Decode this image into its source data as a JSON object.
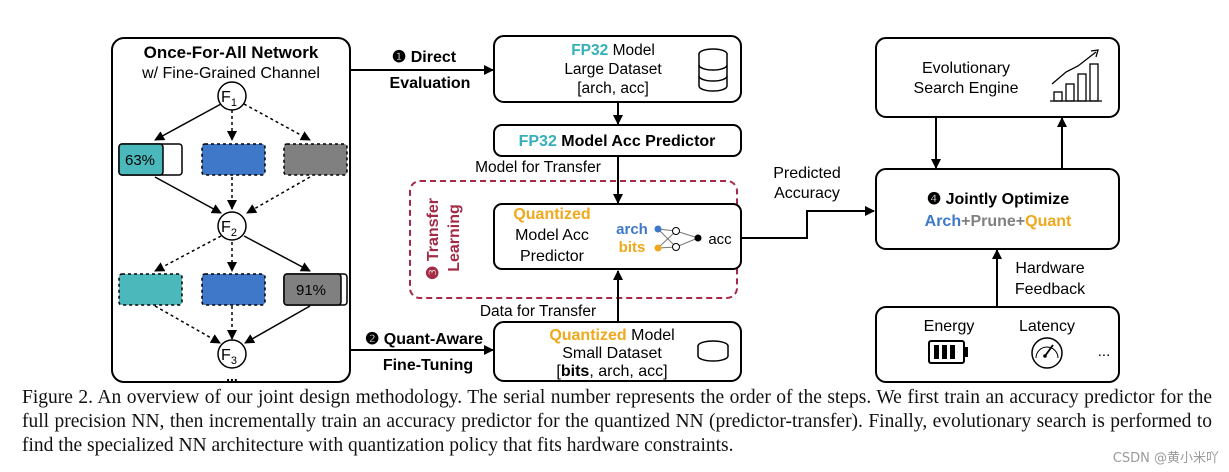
{
  "colors": {
    "teal": "#4bb8bc",
    "blue": "#3f78c9",
    "gray": "#808080",
    "orange": "#f0a81c",
    "crimson": "#a32b45",
    "fp32": "#35b0b8"
  },
  "ofa": {
    "title": "Once-For-All Network",
    "subtitle": "w/ Fine-Grained Channel",
    "f1": "F",
    "f1_sub": "1",
    "f2": "F",
    "f2_sub": "2",
    "f3": "F",
    "f3_sub": "3",
    "pct_top": "63%",
    "pct_bottom": "91%",
    "ellipsis": "..."
  },
  "step1": {
    "num": "❶",
    "line1": "Direct",
    "line2": "Evaluation"
  },
  "step2": {
    "num": "❷",
    "line1": "Quant-Aware",
    "line2": "Fine-Tuning"
  },
  "step3": {
    "num": "❸",
    "line1": "Transfer",
    "line2": "Learning"
  },
  "step4": {
    "num": "❹",
    "line1": "Jointly Optimize",
    "arch": "Arch",
    "plus1": "+",
    "prune": "Prune",
    "plus2": "+",
    "quant": "Quant"
  },
  "fp32_model": {
    "fp32": "FP32",
    "model": "Model",
    "dataset": "Large Dataset",
    "tuple": "[arch, acc]"
  },
  "fp32_pred": {
    "fp32": "FP32",
    "label": "Model Acc Predictor"
  },
  "quant_pred": {
    "quantized": "Quantized",
    "line2": "Model Acc",
    "line3": "Predictor",
    "arch": "arch",
    "bits": "bits",
    "acc": "acc"
  },
  "quant_model": {
    "quantized": "Quantized",
    "model": "Model",
    "dataset": "Small Dataset",
    "bracket_open": "[",
    "bits": "bits",
    "rest": ", arch, acc]"
  },
  "labels": {
    "model_for_transfer": "Model for Transfer",
    "data_for_transfer": "Data for Transfer",
    "predicted": "Predicted",
    "accuracy": "Accuracy",
    "hardware": "Hardware",
    "feedback": "Feedback"
  },
  "evo": {
    "line1": "Evolutionary",
    "line2": "Search Engine"
  },
  "hw": {
    "energy": "Energy",
    "latency": "Latency",
    "more": "..."
  },
  "caption": "Figure 2. An overview of our joint design methodology. The serial number represents the order of the steps. We first train an accuracy predictor for the full precision NN, then incrementally train an accuracy predictor for the quantized NN (predictor-transfer). Finally, evolutionary search is performed to find the specialized NN architecture with quantization policy that fits hardware constraints.",
  "watermark": "CSDN @黄小米吖"
}
